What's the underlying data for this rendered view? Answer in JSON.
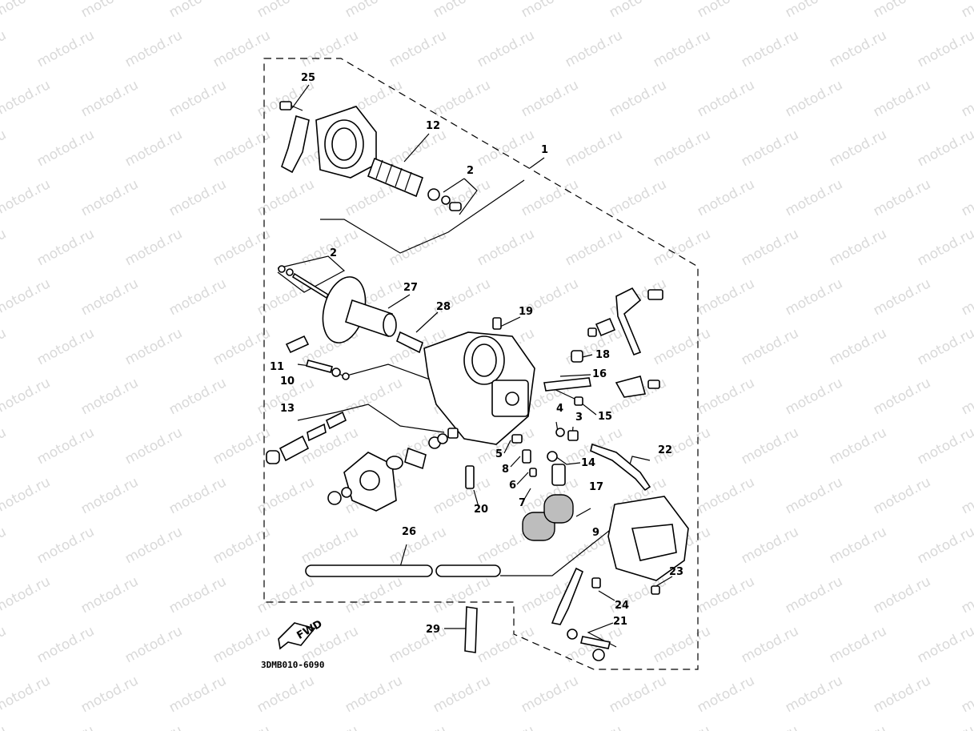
{
  "watermark": {
    "text": "motod.ru"
  },
  "diagram": {
    "code": "3DMB010-6090",
    "fwd_label": "FWD",
    "callouts": [
      {
        "id": "c25",
        "text": "25"
      },
      {
        "id": "c12",
        "text": "12"
      },
      {
        "id": "c1",
        "text": "1"
      },
      {
        "id": "c2a",
        "text": "2"
      },
      {
        "id": "c2b",
        "text": "2"
      },
      {
        "id": "c27",
        "text": "27"
      },
      {
        "id": "c28",
        "text": "28"
      },
      {
        "id": "c19",
        "text": "19"
      },
      {
        "id": "c18",
        "text": "18"
      },
      {
        "id": "c16",
        "text": "16"
      },
      {
        "id": "c15",
        "text": "15"
      },
      {
        "id": "c11",
        "text": "11"
      },
      {
        "id": "c10",
        "text": "10"
      },
      {
        "id": "c13",
        "text": "13"
      },
      {
        "id": "c4",
        "text": "4"
      },
      {
        "id": "c3",
        "text": "3"
      },
      {
        "id": "c5",
        "text": "5"
      },
      {
        "id": "c8",
        "text": "8"
      },
      {
        "id": "c6",
        "text": "6"
      },
      {
        "id": "c7",
        "text": "7"
      },
      {
        "id": "c14",
        "text": "14"
      },
      {
        "id": "c22",
        "text": "22"
      },
      {
        "id": "c20",
        "text": "20"
      },
      {
        "id": "c17",
        "text": "17"
      },
      {
        "id": "c9",
        "text": "9"
      },
      {
        "id": "c23",
        "text": "23"
      },
      {
        "id": "c24",
        "text": "24"
      },
      {
        "id": "c21",
        "text": "21"
      },
      {
        "id": "c26",
        "text": "26"
      },
      {
        "id": "c29",
        "text": "29"
      }
    ]
  }
}
